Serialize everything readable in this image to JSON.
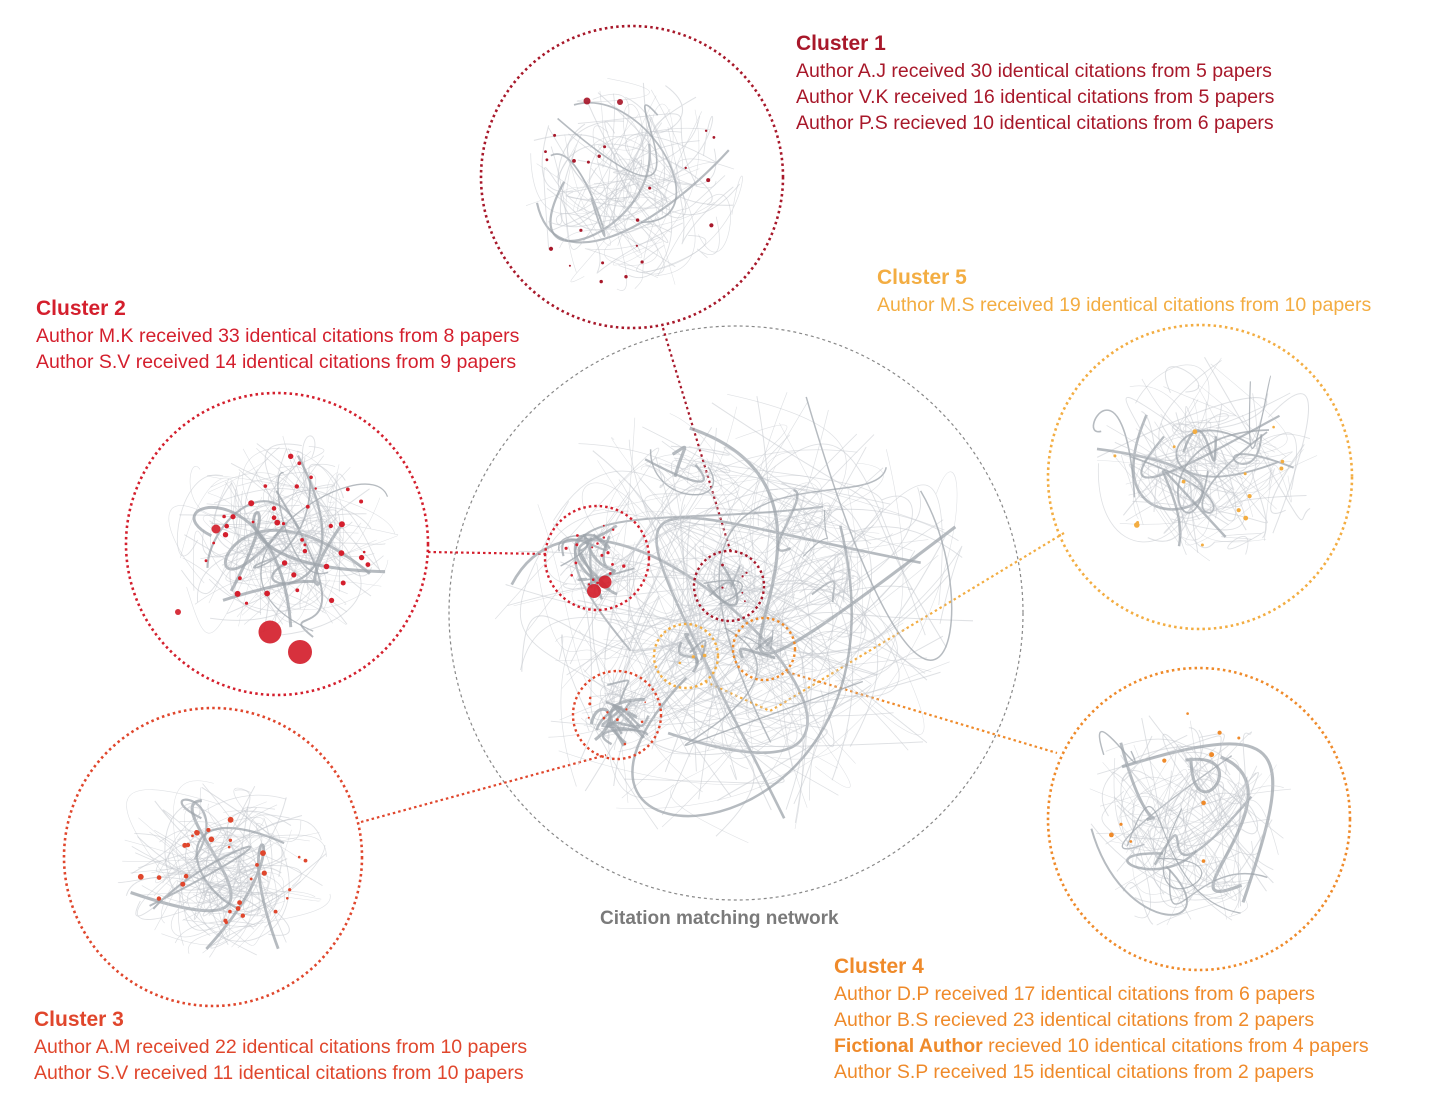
{
  "network_label": "Citation matching network",
  "colors": {
    "cluster1": "#a8182a",
    "cluster2": "#d41f2d",
    "cluster3": "#e0462c",
    "cluster4": "#ef8a2a",
    "cluster5": "#f3ad42",
    "edge": "#c5c9ce",
    "outline": "#888888"
  },
  "clusters": [
    {
      "id": "c1",
      "title": "Cluster 1",
      "lines": [
        {
          "text": "Author A.J received 30 identical citations from 5 papers"
        },
        {
          "text": "Author V.K received 16 identical citations from 5 papers"
        },
        {
          "text": "Author P.S recieved 10 identical citations from 6 papers"
        }
      ]
    },
    {
      "id": "c2",
      "title": "Cluster 2",
      "lines": [
        {
          "text": "Author M.K received 33 identical citations from 8 papers"
        },
        {
          "text": "Author S.V received 14 identical citations from 9 papers"
        }
      ]
    },
    {
      "id": "c3",
      "title": "Cluster 3",
      "lines": [
        {
          "text": "Author A.M received 22 identical citations from 10 papers"
        },
        {
          "text": "Author S.V received 11 identical citations from 10 papers"
        }
      ]
    },
    {
      "id": "c4",
      "title": "Cluster 4",
      "lines": [
        {
          "text": "Author D.P received 17 identical citations from 6 papers"
        },
        {
          "text": "Author B.S recieved 23 identical citations from 2 papers"
        },
        {
          "bold": "Fictional Author",
          "text": " recieved 10 identical citations from 4 papers"
        },
        {
          "text": "Author S.P received 15 identical citations from 2 papers"
        }
      ]
    },
    {
      "id": "c5",
      "title": "Cluster 5",
      "lines": [
        {
          "text": "Author M.S received 19 identical citations from 10 papers"
        }
      ]
    }
  ]
}
